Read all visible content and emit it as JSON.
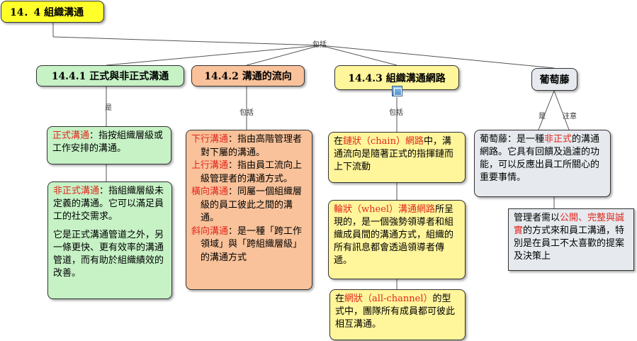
{
  "root": {
    "title": "14．4  組織溝通"
  },
  "labels": {
    "root_branch": "包括",
    "b1": "是",
    "b2": "包括",
    "b3": "包括",
    "b4_left": "是",
    "b4_right": "注意"
  },
  "branches": [
    {
      "title": "14.4.1  正式與非正式溝通",
      "color": "#c6f2c6"
    },
    {
      "title": "14.4.2  溝通的流向",
      "color": "#f9c29a"
    },
    {
      "title": "14.4.3  組織溝通網路",
      "color": "#fff59b"
    },
    {
      "title": "葡萄藤",
      "color": "#e6eaee"
    }
  ],
  "formal": {
    "term": "正式溝通",
    "text": "：指按組織層級或工作安排的溝通。"
  },
  "informal": {
    "term": "非正式溝通",
    "text1": "：指組織層級未定義的溝通。它可以滿足員工的社交需求。",
    "text2": "它是正式溝通管道之外，另一條更快、更有效率的溝通管道，而有助於組織績效的改善。"
  },
  "flow": [
    {
      "term": "下行溝通",
      "text": "：指由高階管理者對下屬的溝通。"
    },
    {
      "term": "上行溝通",
      "text": "：指由員工流向上級管理者的溝通方式。"
    },
    {
      "term": "橫向溝通",
      "text": "：同屬一個組織層級的員工彼此之間的溝通。"
    },
    {
      "term": "斜向溝通",
      "text": "：是一種「跨工作領域」與「跨組織層級」的溝通方式"
    }
  ],
  "network": [
    {
      "pre": "在",
      "term": "鏈狀（chain）網路",
      "text": "中，溝通流向是隨著正式的指揮鏈而上下流動"
    },
    {
      "pre": "",
      "term": "輪狀（wheel）溝通網路",
      "text": "所呈現的，是一個強勢領導者和組織成員間的溝通方式，組織的所有訊息都會透過領導者傳遞。"
    },
    {
      "pre": "在",
      "term": "網狀（all-channel）",
      "text": "的型式中，團隊所有成員都可彼此相互溝通。"
    }
  ],
  "grapevine": {
    "def_pre": "葡萄藤：是一種",
    "def_term": "非正式",
    "def_post": "的溝通網路。它具有回饋及過濾的功能，可以反應出員工所關心的重要事情。",
    "note_pre": "管理者需以",
    "note_term": "公開、完整與誠實",
    "note_post": "的方式來和員工溝通，特別是在員工不太喜歡的提案及決策上"
  }
}
